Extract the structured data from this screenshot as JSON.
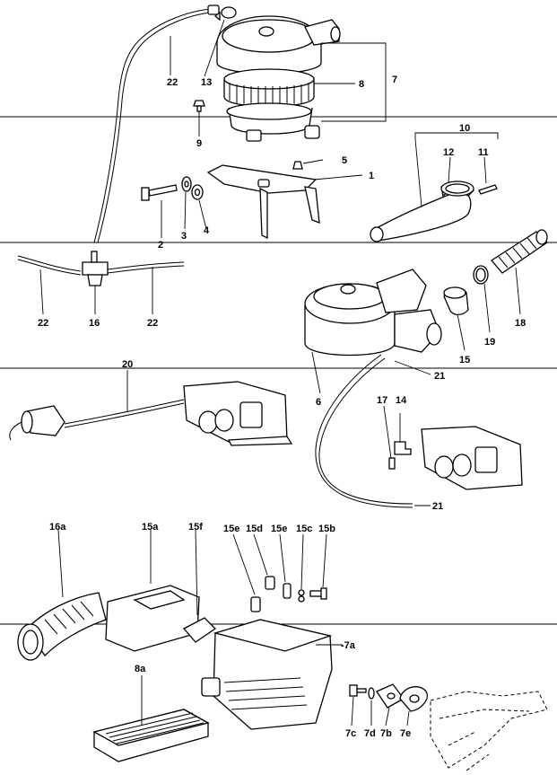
{
  "labels": {
    "l22a": "22",
    "l13": "13",
    "l7": "7",
    "l8": "8",
    "l9": "9",
    "l5": "5",
    "l1": "1",
    "l10": "10",
    "l12": "12",
    "l11": "11",
    "l2": "2",
    "l3": "3",
    "l4": "4",
    "l22b": "22",
    "l16": "16",
    "l22c": "22",
    "l18": "18",
    "l19": "19",
    "l15": "15",
    "l20": "20",
    "l6": "6",
    "l21a": "21",
    "l17": "17",
    "l14": "14",
    "l21b": "21",
    "l16a": "16a",
    "l15a": "15a",
    "l15f": "15f",
    "l15e1": "15e",
    "l15d": "15d",
    "l15e2": "15e",
    "l15c": "15c",
    "l15b": "15b",
    "l7a": "-7a",
    "l8a": "8a",
    "l7c": "7c",
    "l7d": "7d",
    "l7b": "7b",
    "l7e": "7e"
  }
}
